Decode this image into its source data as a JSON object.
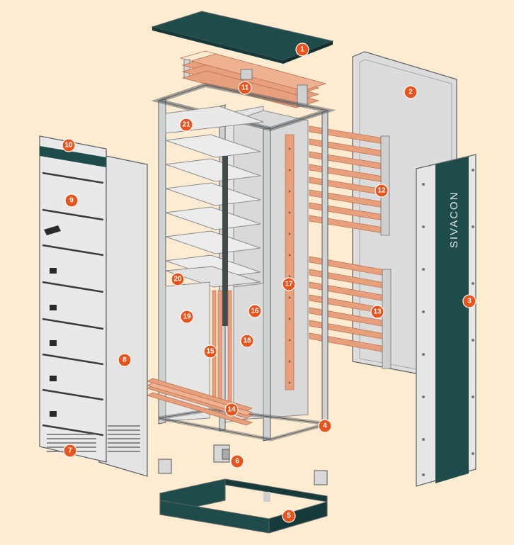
{
  "colors": {
    "background": "#fdebd2",
    "callout": "#e8541c",
    "sheet_metal": "#e2e2e2",
    "frame": "#cfd2d3",
    "copper": "#e8a07c",
    "dark_teal": "#1d4c4a",
    "outline": "#5a5f62"
  },
  "brand_label": "SIVACON",
  "callouts": [
    {
      "label": "1"
    },
    {
      "label": "2"
    },
    {
      "label": "3"
    },
    {
      "label": "4"
    },
    {
      "label": "5"
    },
    {
      "label": "6"
    },
    {
      "label": "7"
    },
    {
      "label": "8"
    },
    {
      "label": "9"
    },
    {
      "label": "10"
    },
    {
      "label": "11"
    },
    {
      "label": "12"
    },
    {
      "label": "13"
    },
    {
      "label": "14"
    },
    {
      "label": "15"
    },
    {
      "label": "16"
    },
    {
      "label": "17"
    },
    {
      "label": "18"
    },
    {
      "label": "19"
    },
    {
      "label": "20"
    },
    {
      "label": "21"
    }
  ]
}
